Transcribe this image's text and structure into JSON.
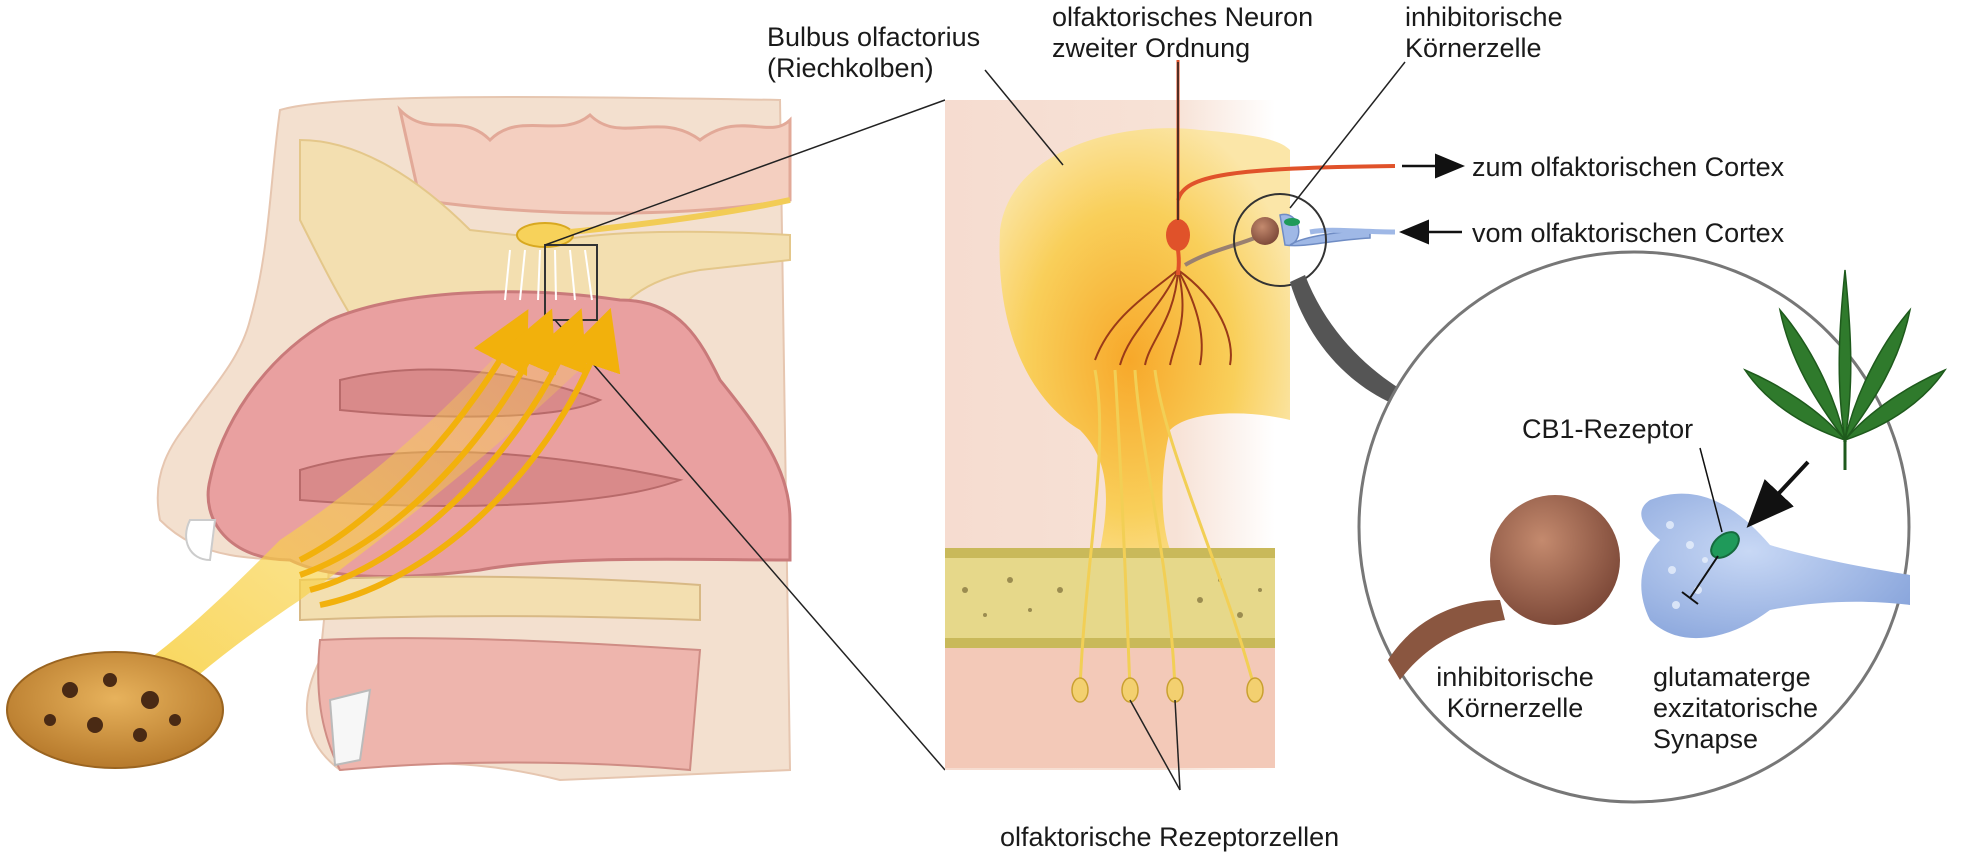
{
  "labels": {
    "bulbus_line1": "Bulbus olfactorius",
    "bulbus_line2": "(Riechkolben)",
    "neuron_line1": "olfaktorisches Neuron",
    "neuron_line2": "zweiter Ordnung",
    "inhib_top_line1": "inhibitorische",
    "inhib_top_line2": "Körnerzelle",
    "to_cortex": "zum olfaktorischen Cortex",
    "from_cortex": "vom olfaktorischen Cortex",
    "cb1": "CB1-Rezeptor",
    "inhib_bottom_line1": "inhibitorische",
    "inhib_bottom_line2": "Körnerzelle",
    "glut_line1": "glutamaterge",
    "glut_line2": "exzitatorische",
    "glut_line3": "Synapse",
    "receptor_cells": "olfaktorische Rezeptorzellen"
  },
  "colors": {
    "tissue_pink": "#e9a0a0",
    "bone_beige": "#f3dfb0",
    "odor_yellow": "#f5c518",
    "bulb_yellow": "#f7c84a",
    "neuron_red": "#e0522a",
    "granule_brown": "#9a6148",
    "synapse_blue": "#9fb8e6",
    "receptor_green": "#1f9a5a",
    "leaf_green": "#2f7a2c"
  }
}
